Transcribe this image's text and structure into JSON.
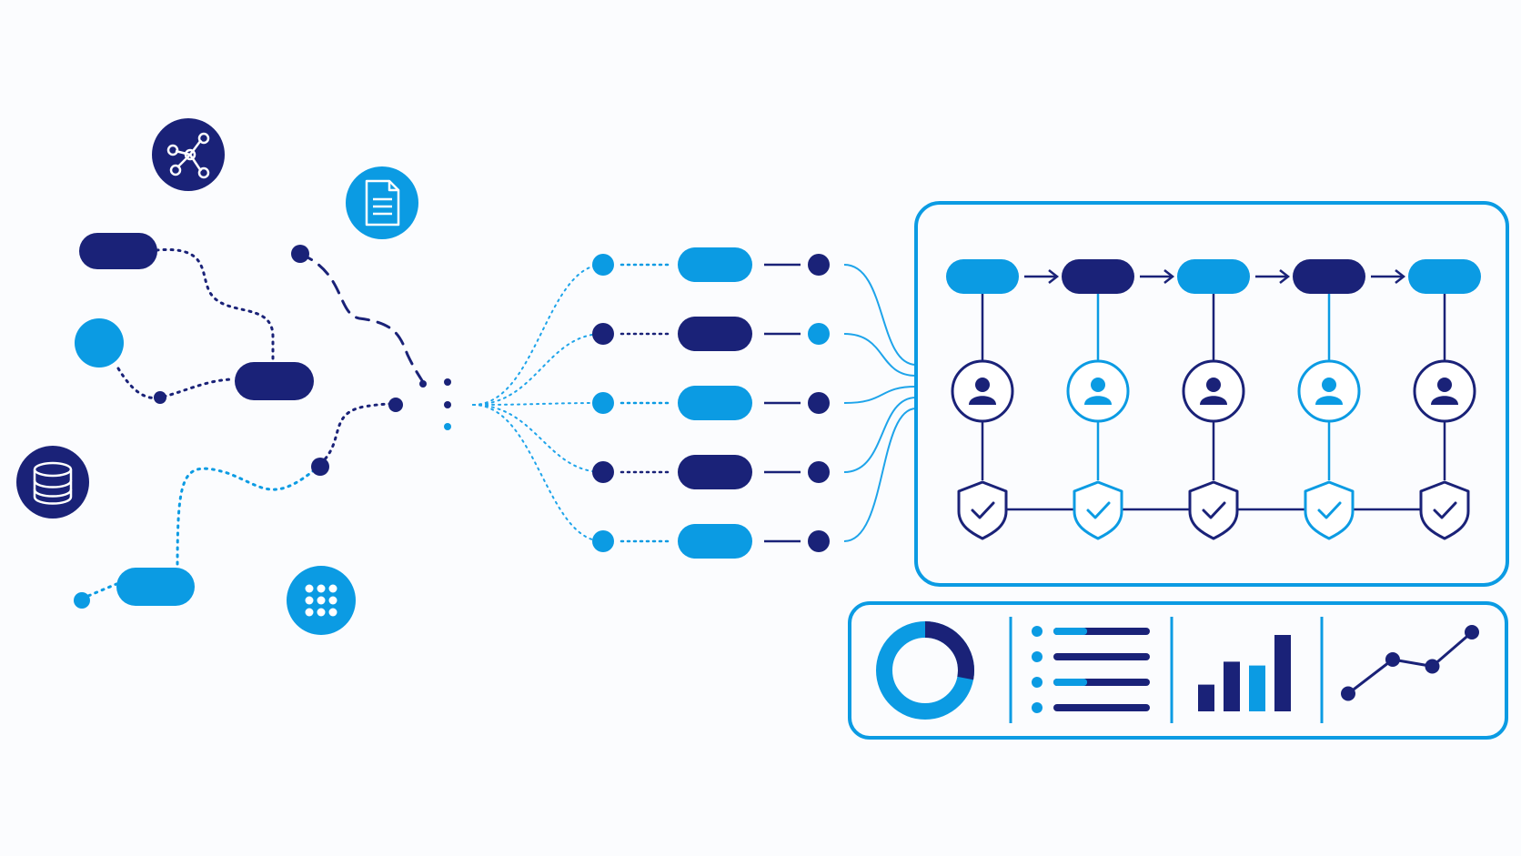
{
  "colors": {
    "navy": "#1a2278",
    "blue": "#0b9be3",
    "blue_line": "#1ea4ea",
    "background": "#fbfcfe",
    "white": "#ffffff"
  },
  "sources": {
    "icons": [
      "graph-network-icon",
      "document-icon",
      "database-icon",
      "grid-apps-icon"
    ],
    "pills": [
      "navy",
      "navy",
      "blue"
    ],
    "dots": [
      "blue"
    ]
  },
  "pipeline": {
    "rows": [
      {
        "in_dot": "blue",
        "pill": "blue",
        "out_dot": "navy"
      },
      {
        "in_dot": "navy",
        "pill": "navy",
        "out_dot": "blue"
      },
      {
        "in_dot": "blue",
        "pill": "blue",
        "out_dot": "navy"
      },
      {
        "in_dot": "navy",
        "pill": "navy",
        "out_dot": "navy"
      },
      {
        "in_dot": "blue",
        "pill": "blue",
        "out_dot": "navy"
      }
    ]
  },
  "workflow": {
    "steps": [
      {
        "pill": "blue",
        "approver": "navy",
        "shield": "navy"
      },
      {
        "pill": "navy",
        "approver": "blue",
        "shield": "blue"
      },
      {
        "pill": "blue",
        "approver": "navy",
        "shield": "navy"
      },
      {
        "pill": "navy",
        "approver": "blue",
        "shield": "blue"
      },
      {
        "pill": "blue",
        "approver": "navy",
        "shield": "navy"
      }
    ]
  },
  "dashboard": {
    "widgets": [
      "donut-chart-icon",
      "list-icon",
      "bar-chart-icon",
      "line-chart-icon"
    ],
    "donut_fraction": 0.72,
    "bars": [
      0.35,
      0.65,
      0.6,
      1.0
    ],
    "bar_colors": [
      "navy",
      "navy",
      "blue",
      "navy"
    ],
    "line_points": [
      0.1,
      0.6,
      0.5,
      1.0
    ],
    "list_rows": [
      {
        "fill": 0.35
      },
      {
        "fill": 1.0
      },
      {
        "fill": 0.35
      },
      {
        "fill": 1.0
      }
    ]
  }
}
